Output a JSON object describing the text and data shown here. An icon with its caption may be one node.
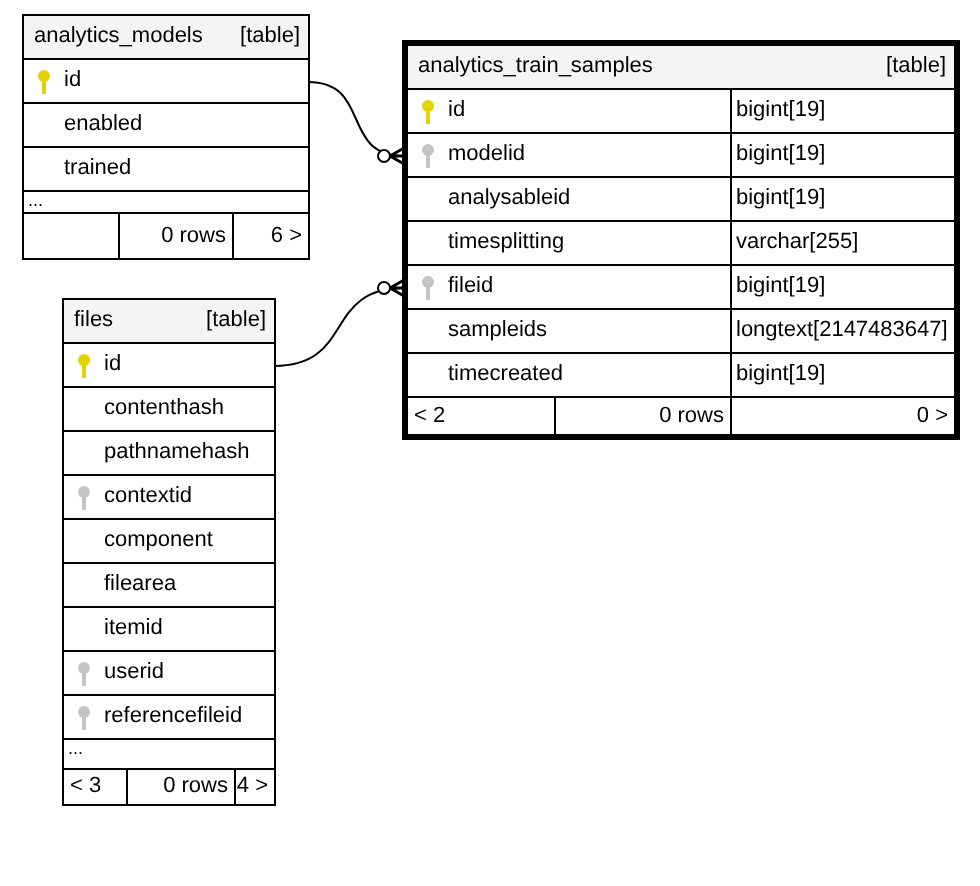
{
  "diagram": {
    "nodes": [
      {
        "text": [
          "analytics_models",
          "[table]"
        ]
      },
      {
        "text": [
          "id"
        ],
        "in": 0
      },
      {
        "text": [
          "enabled"
        ],
        "in": 0
      },
      {
        "text": [
          "trained"
        ],
        "in": 0
      },
      {
        "text": [
          "..."
        ],
        "in": 0
      },
      {
        "text": [],
        "shape": "box",
        "in": 0
      },
      {
        "text": [
          "0 rows"
        ],
        "in": 0
      },
      {
        "text": [
          "6 >"
        ],
        "in": 0
      },
      {
        "text": [
          "analytics_train_samples",
          "[table]"
        ]
      },
      {
        "text": [
          "id",
          "bigint[19]"
        ],
        "in": 8
      },
      {
        "text": [
          "modelid",
          "bigint[19]"
        ],
        "in": 8
      },
      {
        "text": [
          "analysableid",
          "bigint[19]"
        ],
        "in": 8
      },
      {
        "text": [
          "timesplitting",
          "varchar[255]"
        ],
        "in": 8
      },
      {
        "text": [
          "fileid",
          "bigint[19]"
        ],
        "in": 8
      },
      {
        "text": [
          "sampleids",
          "longtext[2147483647]"
        ],
        "in": 8
      },
      {
        "text": [
          "timecreated",
          "bigint[19]"
        ],
        "in": 8
      },
      {
        "text": [
          "< 2"
        ],
        "in": 8
      },
      {
        "text": [
          "0 rows"
        ],
        "in": 8
      },
      {
        "text": [
          "0 >"
        ],
        "in": 8
      },
      {
        "text": [
          "files",
          "[table]"
        ]
      },
      {
        "text": [
          "id"
        ],
        "in": 19
      },
      {
        "text": [
          "contenthash"
        ],
        "in": 19
      },
      {
        "text": [
          "pathnamehash"
        ],
        "in": 19
      },
      {
        "text": [
          "contextid"
        ],
        "in": 19
      },
      {
        "text": [
          "component"
        ],
        "in": 19
      },
      {
        "text": [
          "filearea"
        ],
        "in": 19
      },
      {
        "text": [
          "itemid"
        ],
        "in": 19
      },
      {
        "text": [
          "userid"
        ],
        "in": 19
      },
      {
        "text": [
          "referencefileid"
        ],
        "in": 19
      },
      {
        "text": [
          "..."
        ],
        "in": 19
      },
      {
        "text": [
          "< 3"
        ],
        "in": 19
      },
      {
        "text": [
          "0 rows"
        ],
        "in": 19
      },
      {
        "text": [
          "4 >"
        ],
        "in": 19
      }
    ],
    "edges": [
      {
        "from": 1,
        "to": 10,
        "arrow": "other"
      },
      {
        "from": 20,
        "to": 13,
        "arrow": "other"
      }
    ]
  }
}
